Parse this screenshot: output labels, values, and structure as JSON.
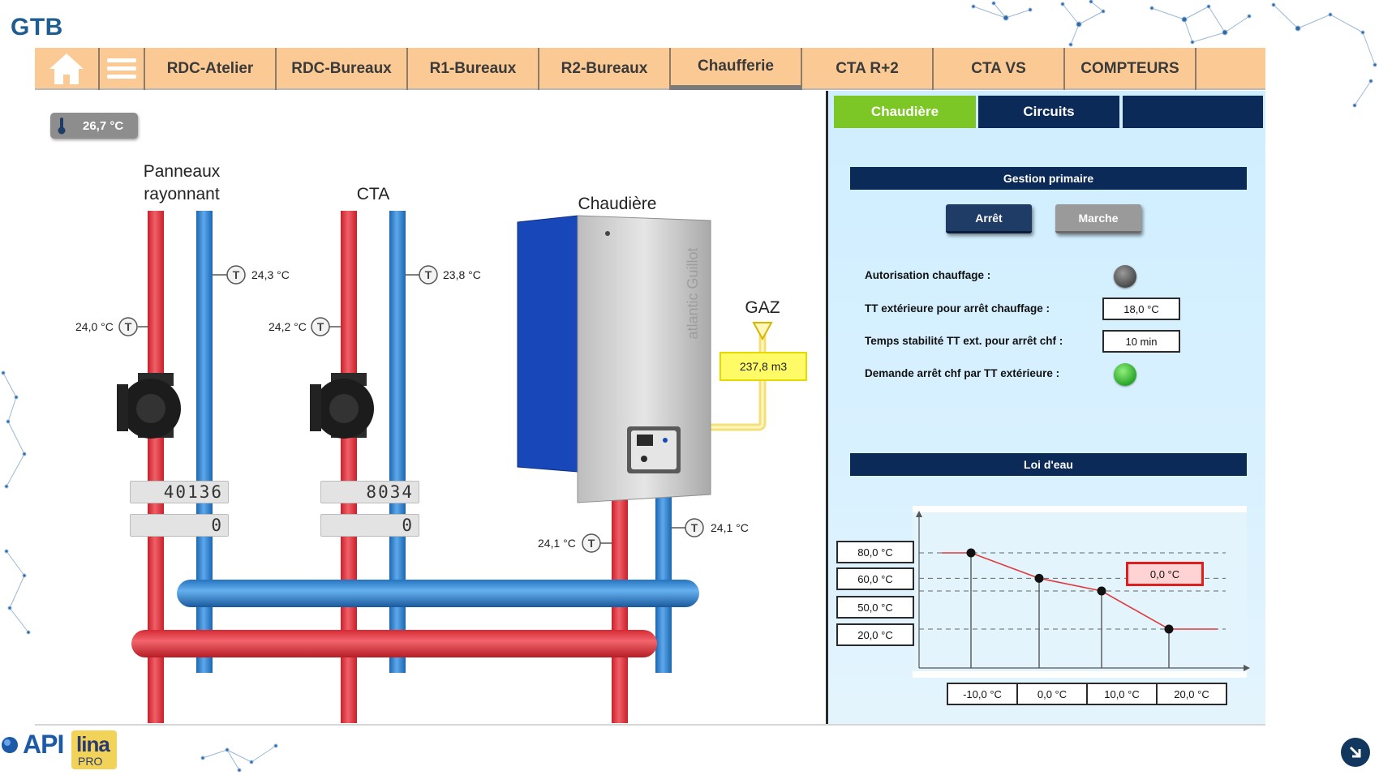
{
  "app": {
    "title": "GTB"
  },
  "nav": {
    "home_icon": "home-icon",
    "menu_icon": "hamburger-menu-icon",
    "tabs": [
      {
        "label": "RDC-Atelier",
        "active": false
      },
      {
        "label": "RDC-Bureaux",
        "active": false
      },
      {
        "label": "R1-Bureaux",
        "active": false
      },
      {
        "label": "R2-Bureaux",
        "active": false
      },
      {
        "label": "Chaufferie",
        "active": true
      },
      {
        "label": "CTA R+2",
        "active": false
      },
      {
        "label": "CTA VS",
        "active": false
      },
      {
        "label": "COMPTEURS",
        "active": false
      }
    ]
  },
  "outdoor_temp": "26,7 °C",
  "hydraulics": {
    "group1": {
      "title_line1": "Panneaux",
      "title_line2": "rayonnant",
      "return_temp": "24,3 °C",
      "supply_temp": "24,0 °C",
      "counter1": "40136",
      "counter2": "0"
    },
    "group2": {
      "title": "CTA",
      "return_temp": "23,8 °C",
      "supply_temp": "24,2 °C",
      "counter1": "8034",
      "counter2": "0"
    },
    "boiler": {
      "title": "Chaudière",
      "brand": "atlantic Guillot",
      "supply_temp": "24,1 °C",
      "return_temp": "24,1 °C"
    },
    "gas": {
      "title": "GAZ",
      "volume": "237,8 m3"
    }
  },
  "panel": {
    "tabs": [
      {
        "label": "Chaudière",
        "active": true
      },
      {
        "label": "Circuits",
        "active": false
      },
      {
        "label": "",
        "active": false
      }
    ],
    "primary": {
      "title": "Gestion primaire",
      "stop_label": "Arrêt",
      "start_label": "Marche",
      "rows": [
        {
          "label": "Autorisation chauffage :",
          "value": "",
          "state": "off"
        },
        {
          "label": "TT extérieure pour arrêt chauffage :",
          "value": "18,0 °C"
        },
        {
          "label": "Temps stabilité TT ext. pour arrêt chf :",
          "value": "10 min"
        },
        {
          "label": "Demande arrêt chf par TT extérieure :",
          "value": "",
          "state": "on"
        }
      ]
    },
    "water_law": {
      "title": "Loi d'eau",
      "y_boxes": [
        "80,0 °C",
        "60,0 °C",
        "50,0 °C",
        "20,0 °C"
      ],
      "x_boxes": [
        "-10,0 °C",
        "0,0 °C",
        "10,0 °C",
        "20,0 °C"
      ],
      "current_setpoint": "0,0 °C",
      "line_color": "#e03a3a"
    }
  },
  "chart_data": {
    "type": "line",
    "title": "Loi d'eau",
    "x": [
      -10,
      0,
      10,
      20
    ],
    "series": [
      {
        "values": [
          80,
          60,
          50,
          20
        ]
      }
    ],
    "xlabel": "",
    "ylabel": "",
    "grid": true
  },
  "footer": {
    "logo1": "API",
    "logo2": "lina",
    "logo2_sub": "PRO",
    "corner_icon": "arrow-down-right-icon"
  }
}
